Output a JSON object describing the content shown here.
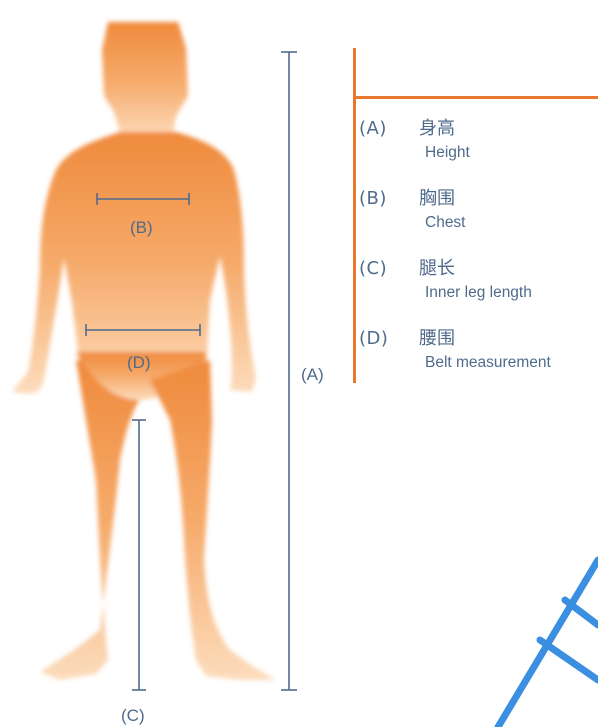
{
  "measurements": {
    "height": "(A)",
    "chest": "(B)",
    "inner_leg": "(C)",
    "belt": "(D)"
  },
  "legend": {
    "items": [
      {
        "code": "(A)",
        "zh": "身高",
        "en": "Height"
      },
      {
        "code": "(B)",
        "zh": "胸围",
        "en": "Chest"
      },
      {
        "code": "(C)",
        "zh": "腿长",
        "en": "Inner leg length"
      },
      {
        "code": "(D)",
        "zh": "腰围",
        "en": "Belt measurement"
      }
    ]
  },
  "colors": {
    "figure_top": "#ef8a3c",
    "figure_bottom": "#fbd9b8",
    "measure_lines": "#4f6b8c",
    "accent": "#e8792f",
    "watermark": "#3a8fe0"
  },
  "icons": {
    "figure": "human-silhouette-icon"
  }
}
